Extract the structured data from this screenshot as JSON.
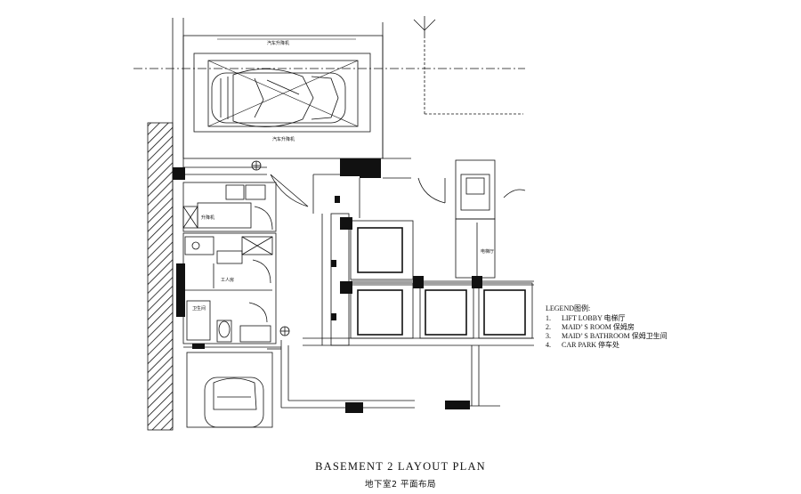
{
  "legend": {
    "title": "LEGEND图例:",
    "items": [
      {
        "num": "1.",
        "text": "LIFT LOBBY 电梯厅"
      },
      {
        "num": "2.",
        "text": "MAID’ S ROOM 保姆房"
      },
      {
        "num": "3.",
        "text": "MAID’ S BATHROOM 保姆卫生间"
      },
      {
        "num": "4.",
        "text": "CAR PARK 停车处"
      }
    ]
  },
  "caption": {
    "title_en": "BASEMENT 2 LAYOUT PLAN",
    "title_zh": "地下室2  平面布局"
  },
  "room_labels": {
    "car_lift": "汽车升降机",
    "lift": "升降机",
    "maid_room": "工人房",
    "bathroom": "卫生间",
    "lobby": "电梯厅"
  }
}
